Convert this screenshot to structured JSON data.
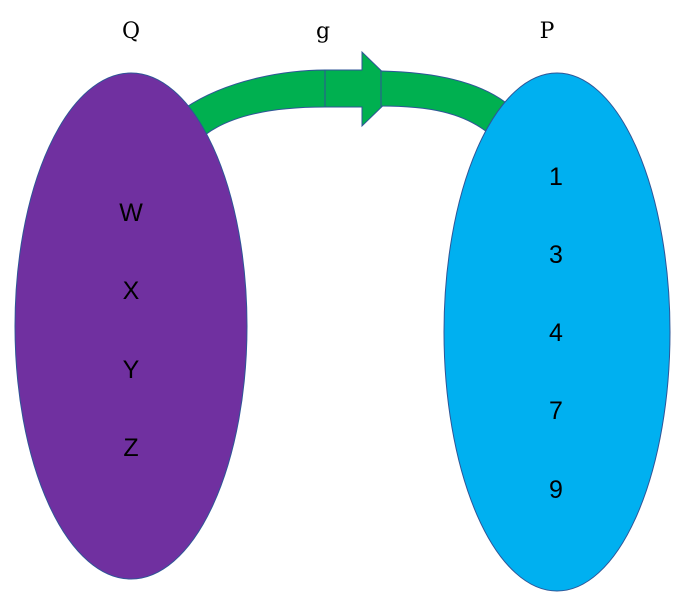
{
  "domain_set": {
    "label": "Q",
    "fill": "#7030A0",
    "elements": [
      "W",
      "X",
      "Y",
      "Z"
    ]
  },
  "codomain_set": {
    "label": "P",
    "fill": "#00B0F0",
    "elements": [
      "1",
      "3",
      "4",
      "7",
      "9"
    ]
  },
  "mapping": {
    "label": "g",
    "fill": "#00B050"
  }
}
